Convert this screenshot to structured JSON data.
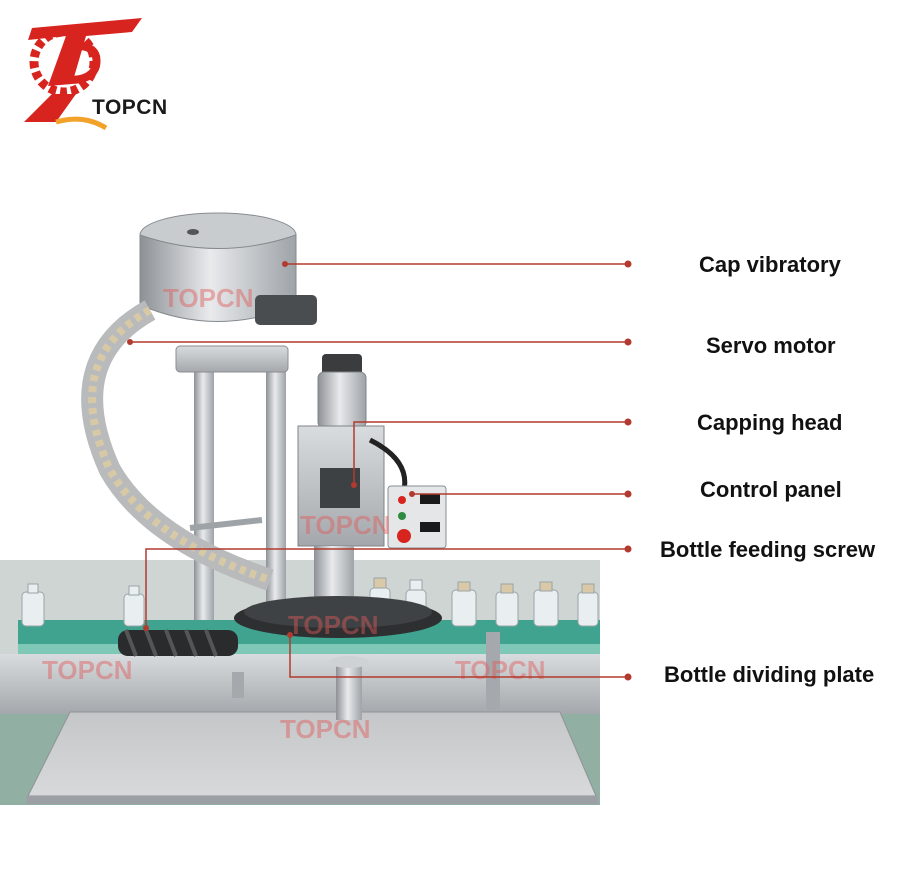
{
  "brand": {
    "logo_text": "TOPCN",
    "watermark_text": "TOPCN",
    "primary_color": "#d8241f",
    "accent_color": "#f2a229"
  },
  "photo": {
    "subject": "automatic bottle capping machine",
    "belt_color": "#3fa38f"
  },
  "callouts": [
    {
      "id": "cap-vibratory",
      "label": "Cap vibratory"
    },
    {
      "id": "servo-motor",
      "label": "Servo motor"
    },
    {
      "id": "capping-head",
      "label": "Capping head"
    },
    {
      "id": "control-panel",
      "label": "Control panel"
    },
    {
      "id": "bottle-feeding-screw",
      "label": "Bottle feeding screw"
    },
    {
      "id": "bottle-dividing-plate",
      "label": "Bottle dividing plate"
    }
  ],
  "leader_color": "#b23a2e"
}
